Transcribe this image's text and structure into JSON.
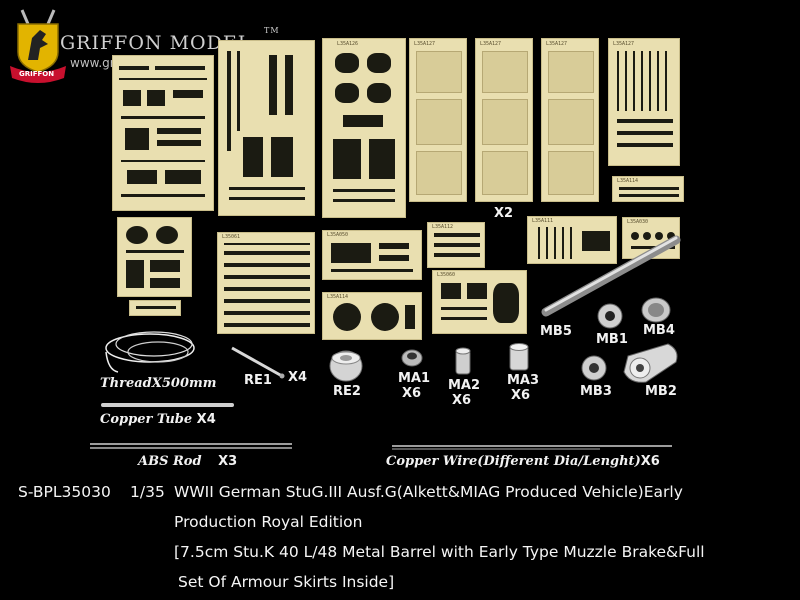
{
  "brand": {
    "name": "GRIFFON MODEL",
    "trademark": "TM",
    "url": "www.griffonmodel.com",
    "ribbon_text": "GRIFFON",
    "colors": {
      "ribbon": "#c8102e",
      "shield": "#e2b400",
      "text": "#cfcfcf"
    }
  },
  "fret_codes": [
    "L35A126",
    "L35A127",
    "L35A127",
    "L35A127",
    "L35A127",
    "L35A114",
    "L35A112",
    "L35A111",
    "L35A050",
    "L35061",
    "L35060",
    "L35A114",
    "L35A030"
  ],
  "labels": {
    "fret_x2": "X2",
    "thread": "Thread",
    "thread_qty": "X500mm",
    "copper_tube": "Copper Tube",
    "copper_tube_qty": "X4",
    "abs_rod": "ABS Rod",
    "abs_rod_qty": "X3",
    "copper_wire": "Copper Wire",
    "copper_wire_note": "(Different Dia/Lenght)",
    "copper_wire_qty": "X6",
    "re1": "RE1",
    "re1_qty": "X4",
    "re2": "RE2",
    "ma1": "MA1",
    "ma1_qty": "X6",
    "ma2": "MA2",
    "ma2_qty": "X6",
    "ma3": "MA3",
    "ma3_qty": "X6",
    "mb1": "MB1",
    "mb2": "MB2",
    "mb3": "MB3",
    "mb4": "MB4",
    "mb5": "MB5"
  },
  "product": {
    "code": "S-BPL35030",
    "scale": "1/35",
    "title_line1": "WWII German StuG.III Ausf.G(Alkett&MIAG Produced Vehicle)Early",
    "title_line2": "Production  Royal Edition",
    "title_line3": "[7.5cm Stu.K 40 L/48 Metal Barrel with Early Type Muzzle Brake&Full",
    "title_line4": "Set Of Armour Skirts Inside]"
  }
}
